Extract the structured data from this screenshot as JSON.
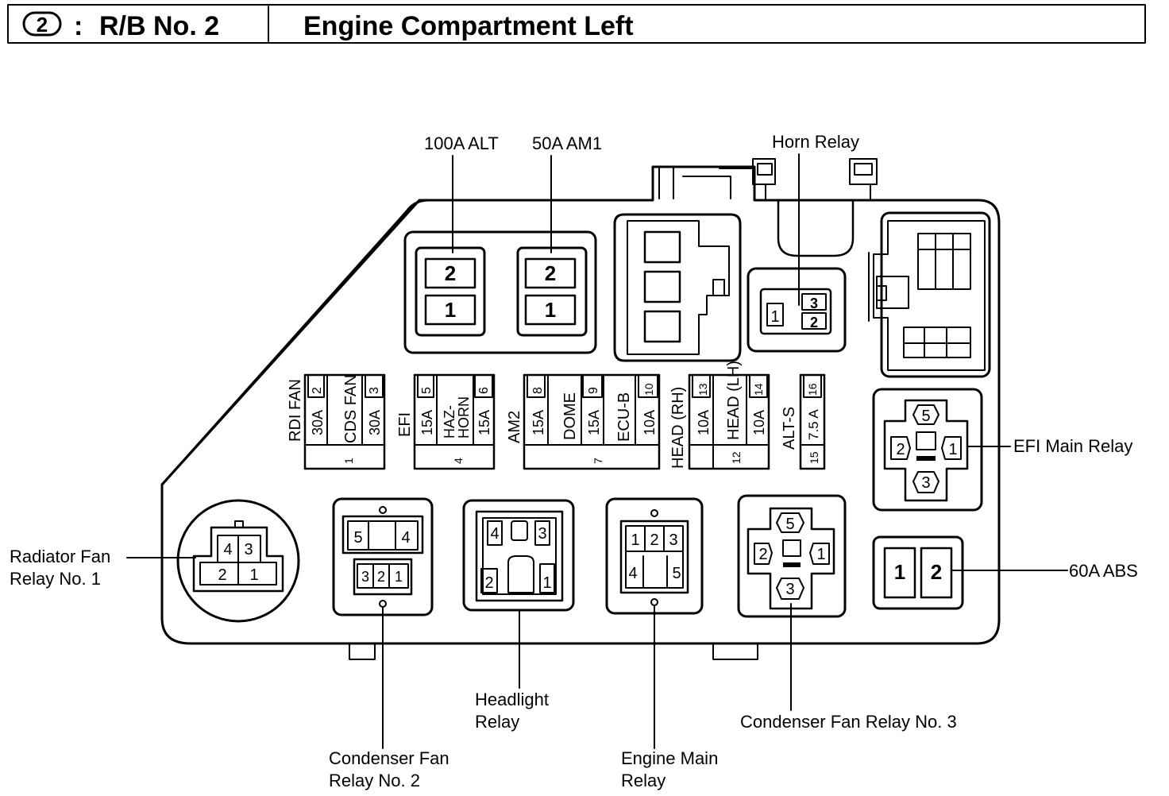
{
  "header": {
    "section_number": "2",
    "separator": ":",
    "block_title": "R/B No. 2",
    "location_title": "Engine Compartment Left"
  },
  "callouts": {
    "alt_100a": "100A ALT",
    "am1_50a": "50A AM1",
    "horn_relay": "Horn Relay",
    "efi_main_relay": "EFI Main Relay",
    "abs_60a": "60A ABS",
    "radiator_fan_relay_1_line1": "Radiator Fan",
    "radiator_fan_relay_1_line2": "Relay No. 1",
    "condenser_fan_relay_2_line1": "Condenser Fan",
    "condenser_fan_relay_2_line2": "Relay No. 2",
    "headlight_relay_line1": "Headlight",
    "headlight_relay_line2": "Relay",
    "engine_main_relay_line1": "Engine Main",
    "engine_main_relay_line2": "Relay",
    "condenser_fan_relay_3": "Condenser Fan Relay No. 3"
  },
  "fuses": {
    "rdi_fan": {
      "name": "RDI FAN",
      "rating": "30A",
      "slot": "2"
    },
    "cds_fan": {
      "name": "CDS FAN",
      "rating": "30A",
      "slot": "3"
    },
    "efi": {
      "name": "EFI",
      "rating": "15A",
      "slot": "5"
    },
    "haz_horn_line1": "HAZ-",
    "haz_horn_line2": "HORN",
    "haz_horn": {
      "rating": "15A",
      "slot": "6"
    },
    "am2": {
      "name": "AM2",
      "rating": "15A",
      "slot": "8"
    },
    "dome": {
      "name": "DOME",
      "rating": "15A",
      "slot": "9"
    },
    "ecu_b": {
      "name": "ECU-B",
      "rating": "10A",
      "slot": "10"
    },
    "head_rh": {
      "name": "HEAD (RH)",
      "rating": "10A",
      "slot": "13"
    },
    "head_lh": {
      "name": "HEAD (LH)",
      "rating": "10A",
      "slot": "14"
    },
    "alt_s": {
      "name": "ALT-S",
      "rating": "7.5 A",
      "slot": "16"
    },
    "relay_slots": {
      "r1": "1",
      "r4": "4",
      "r7": "7",
      "r12": "12",
      "r15": "15"
    }
  },
  "pins": {
    "alt_top": "2",
    "alt_bottom": "1",
    "am1_top": "2",
    "am1_bottom": "1",
    "horn": [
      "1",
      "3",
      "2"
    ],
    "efi_relay": [
      "5",
      "2",
      "1",
      "3"
    ],
    "abs": [
      "1",
      "2"
    ],
    "radiator": [
      "4",
      "3",
      "2",
      "1"
    ],
    "cond2": [
      "5",
      "4",
      "3",
      "2",
      "1"
    ],
    "headlight": [
      "4",
      "3",
      "2",
      "1"
    ],
    "engine_main": [
      "1",
      "2",
      "3",
      "4",
      "5"
    ],
    "cond3": [
      "5",
      "2",
      "1",
      "3"
    ]
  }
}
